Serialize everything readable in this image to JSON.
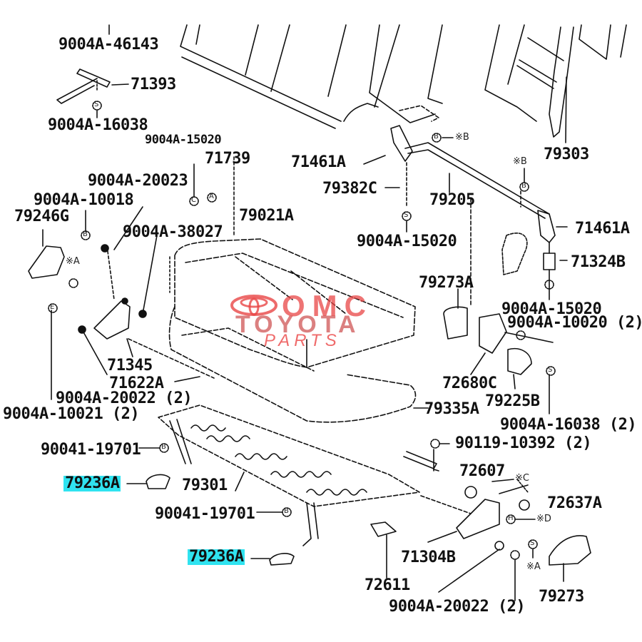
{
  "diagram": {
    "title": "Toyota rear seat cushion exploded parts diagram",
    "highlight_color": "#30e3f0",
    "watermark": {
      "line1": "OMC",
      "line2": "TOYOTA",
      "line3": "PARTS",
      "color": "#e84646"
    },
    "labels": {
      "p9004a_46143": "9004A-46143",
      "p71393": "71393",
      "p9004a_16038_top": "9004A-16038",
      "p9004a_15020_a": "9004A-15020",
      "p71739": "71739",
      "p9004a_20023": "9004A-20023",
      "p9004a_10018": "9004A-10018",
      "p79246g": "79246G",
      "p9004a_38027": "9004A-38027",
      "p79021a": "79021A",
      "p71461a_left": "71461A",
      "p79382c": "79382C",
      "p79205": "79205",
      "p9004a_15020_b": "9004A-15020",
      "p79303": "79303",
      "p71461a_right": "71461A",
      "p71324b": "71324B",
      "p79273a": "79273A",
      "p9004a_15020_c": "9004A-15020",
      "p9004a_10020": "9004A-10020 (2)",
      "p71345": "71345",
      "p71622a": "71622A",
      "p9004a_20022_left": "9004A-20022 (2)",
      "p9004a_10021": "9004A-10021 (2)",
      "p72680c": "72680C",
      "p79225b": "79225B",
      "p79335a": "79335A",
      "p9004a_16038_right": "9004A-16038 (2)",
      "p90041_19701_a": "90041-19701",
      "p90119_10392": "90119-10392 (2)",
      "p72607": "72607",
      "p79236a_a": "79236A",
      "p79301": "79301",
      "p72637a": "72637A",
      "p90041_19701_b": "90041-19701",
      "p79236a_b": "79236A",
      "p71304b": "71304B",
      "p72611": "72611",
      "p79273": "79273",
      "p9004a_20022_right": "9004A-20022 (2)"
    },
    "reference_marks": {
      "b1": "※B",
      "b2": "※B",
      "a1": "※A",
      "a2": "※A",
      "c1": "※C",
      "d1": "※D"
    },
    "fastener_symbols": {
      "s": "S",
      "b": "B",
      "c": "C",
      "e": "E",
      "h": "H",
      "a": "A"
    }
  }
}
